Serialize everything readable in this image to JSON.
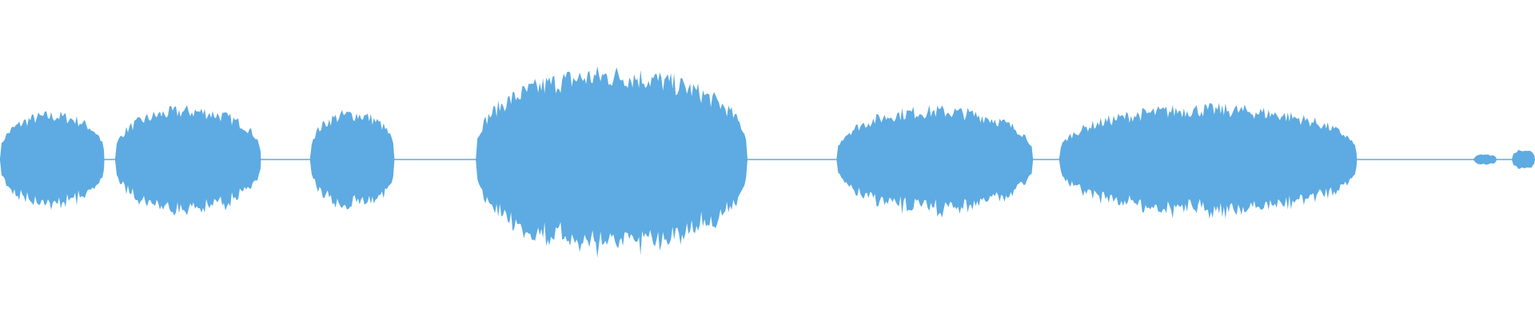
{
  "waveform": {
    "color": "#5dabe2",
    "background": "#ffffff",
    "segments": [
      {
        "start": 0.0,
        "end": 0.068,
        "level": 0.27
      },
      {
        "start": 0.075,
        "end": 0.17,
        "level": 0.3
      },
      {
        "start": 0.202,
        "end": 0.257,
        "level": 0.28
      },
      {
        "start": 0.31,
        "end": 0.487,
        "level": 0.52
      },
      {
        "start": 0.545,
        "end": 0.673,
        "level": 0.3
      },
      {
        "start": 0.69,
        "end": 0.884,
        "level": 0.31
      },
      {
        "start": 0.96,
        "end": 0.975,
        "level": 0.03
      },
      {
        "start": 0.985,
        "end": 1.0,
        "level": 0.06
      }
    ]
  }
}
